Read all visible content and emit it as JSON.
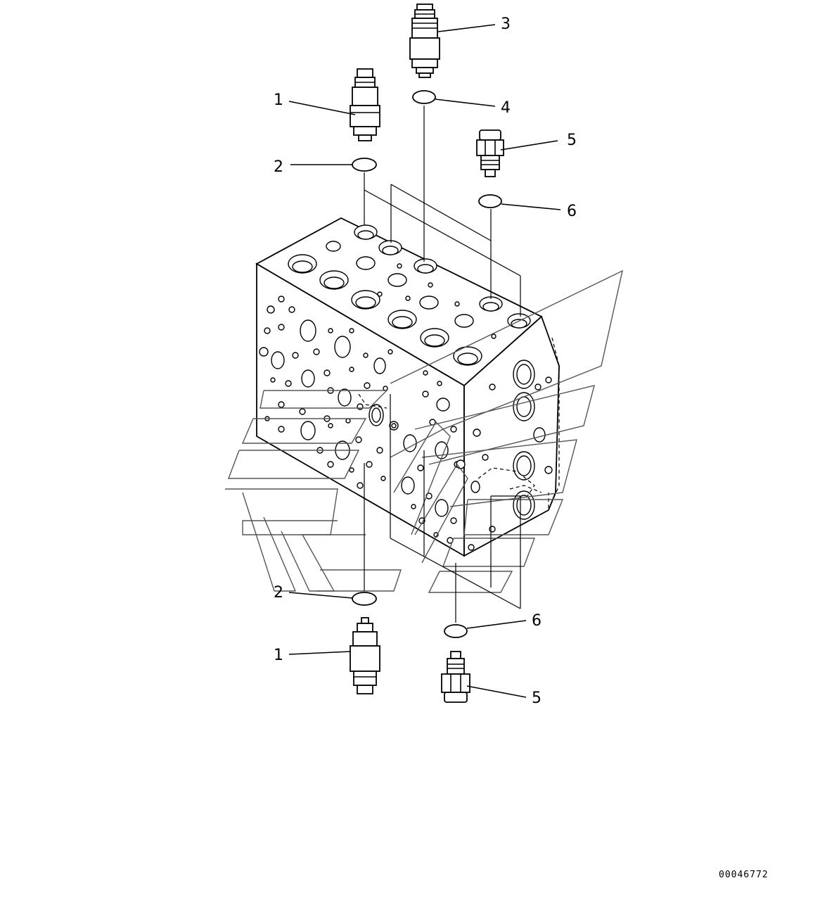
{
  "callouts": {
    "c1_top": "1",
    "c2_top": "2",
    "c3": "3",
    "c4": "4",
    "c5_top": "5",
    "c6_top": "6",
    "c2_bottom": "2",
    "c1_bottom": "1",
    "c6_bottom": "6",
    "c5_bottom": "5"
  },
  "drawing_number": "00046772"
}
